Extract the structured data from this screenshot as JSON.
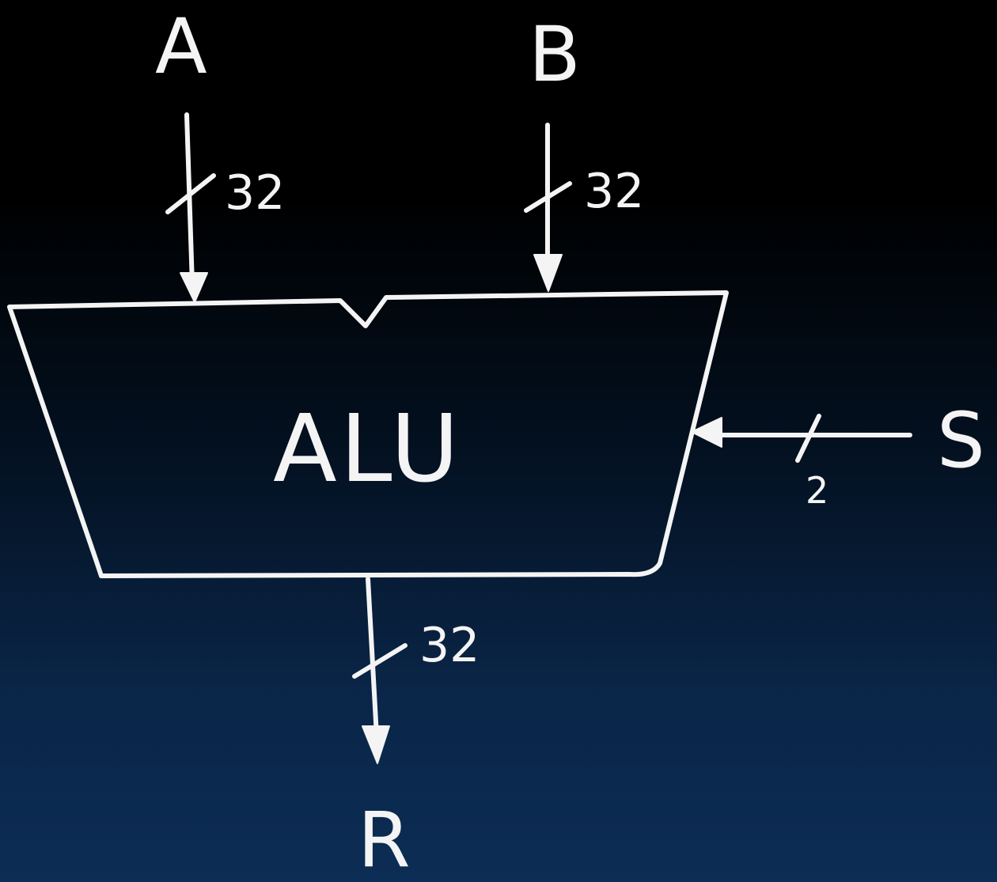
{
  "diagram": {
    "unit": {
      "label": "ALU"
    },
    "inputs": [
      {
        "name": "A",
        "width": "32"
      },
      {
        "name": "B",
        "width": "32"
      }
    ],
    "select": {
      "name": "S",
      "width": "2"
    },
    "output": {
      "name": "R",
      "width": "32"
    },
    "colors": {
      "stroke": "#f4f4f4",
      "background_top": "#000000",
      "background_bottom": "#0c2d55"
    }
  }
}
